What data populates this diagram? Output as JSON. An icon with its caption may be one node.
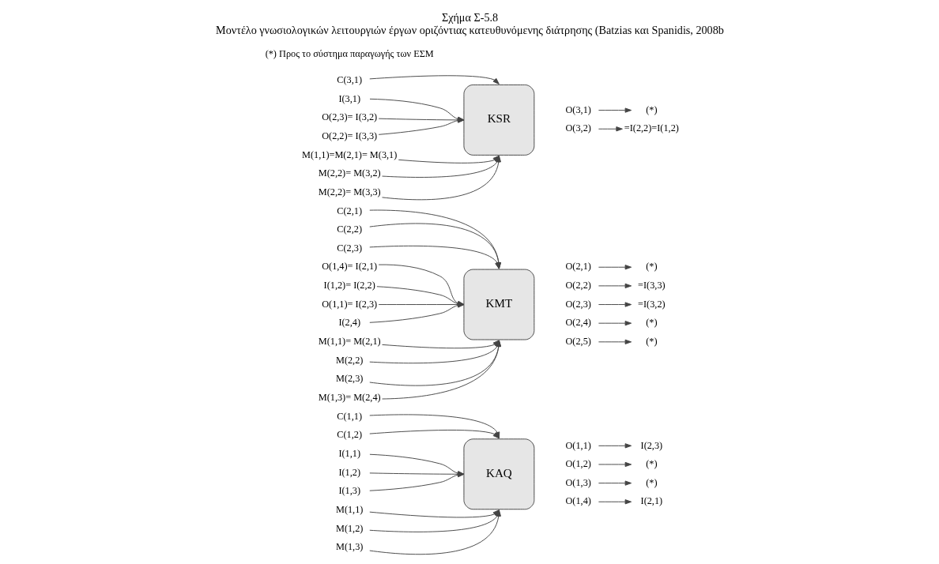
{
  "diagram": {
    "title": "Σχήμα Σ-5.8",
    "caption": "Μοντέλο γνωσιολογικών λειτουργιών έργων οριζόντιας κατευθυνόμενης διάτρησης (Batzias και Spanidis, 2008b",
    "nodes": [
      {
        "text": [
          "KAQ"
        ]
      },
      {
        "text": [
          "C(1,1)"
        ]
      },
      {
        "text": [
          "C(1,2)"
        ]
      },
      {
        "text": [
          "I(1,1)"
        ]
      },
      {
        "text": [
          "I(1,2)"
        ]
      },
      {
        "text": [
          "I(1,3)"
        ]
      },
      {
        "text": [
          "M(1,1)"
        ]
      },
      {
        "text": [
          "M(1,2)"
        ]
      },
      {
        "text": [
          "M(1,3)"
        ]
      },
      {
        "text": [
          "O(1,1)"
        ]
      },
      {
        "text": [
          "I(2,3)"
        ]
      },
      {
        "text": [
          "O(1,2)"
        ]
      },
      {
        "text": [
          "(*)"
        ]
      },
      {
        "text": [
          "O(1,3)"
        ]
      },
      {
        "text": [
          "(*)"
        ]
      },
      {
        "text": [
          "O(1,4)"
        ]
      },
      {
        "text": [
          "I(2,1)"
        ]
      },
      {
        "text": [
          "KMT"
        ]
      },
      {
        "text": [
          "C(2,1)"
        ]
      },
      {
        "text": [
          "C(2,2)"
        ]
      },
      {
        "text": [
          "C(2,3)"
        ]
      },
      {
        "text": [
          "O(1,4)= I(2,1)"
        ]
      },
      {
        "text": [
          "I(1,2)= I(2,2)"
        ]
      },
      {
        "text": [
          "O(1,1)= I(2,3)"
        ]
      },
      {
        "text": [
          "I(2,4)"
        ]
      },
      {
        "text": [
          "M(1,1)= M(2,1)"
        ]
      },
      {
        "text": [
          "M(2,2)"
        ]
      },
      {
        "text": [
          "M(2,3)"
        ]
      },
      {
        "text": [
          "M(1,3)= M(2,4)"
        ]
      },
      {
        "text": [
          "O(2,1)"
        ]
      },
      {
        "text": [
          "(*)"
        ]
      },
      {
        "text": [
          "O(2,2)"
        ]
      },
      {
        "text": [
          "=I(3,3)"
        ]
      },
      {
        "text": [
          "O(2,3)"
        ]
      },
      {
        "text": [
          "=I(3,2)"
        ]
      },
      {
        "text": [
          "O(2,4)"
        ]
      },
      {
        "text": [
          "(*)"
        ]
      },
      {
        "text": [
          "O(2,5)"
        ]
      },
      {
        "text": [
          "(*)"
        ]
      },
      {
        "text": [
          "KSR"
        ]
      },
      {
        "text": [
          "C(3,1)"
        ]
      },
      {
        "text": [
          "I(3,1)"
        ]
      },
      {
        "text": [
          "O(2,3)= I(3,2)"
        ]
      },
      {
        "text": [
          "O(2,2)= I(3,3)"
        ]
      },
      {
        "text": [
          "M(1,1)=M(2,1)= M(3,1)"
        ]
      },
      {
        "text": [
          "M(2,2)= M(3,2)"
        ]
      },
      {
        "text": [
          "M(2,2)= M(3,3)"
        ]
      },
      {
        "text": [
          "O(3,1)"
        ]
      },
      {
        "text": [
          "(*)"
        ]
      },
      {
        "text": [
          "O(3,2)"
        ]
      },
      {
        "text": [
          "=I(2,2)=I(1,2)"
        ]
      }
    ],
    "edges": [
      {
        "from": 1,
        "to": 0,
        "arrow": "to"
      },
      {
        "from": 2,
        "to": 0,
        "arrow": "to"
      },
      {
        "from": 3,
        "to": 0,
        "arrow": "to"
      },
      {
        "from": 4,
        "to": 0,
        "arrow": "to"
      },
      {
        "from": 5,
        "to": 0,
        "arrow": "to"
      },
      {
        "from": 6,
        "to": 0,
        "arrow": "to"
      },
      {
        "from": 7,
        "to": 0,
        "arrow": "to"
      },
      {
        "from": 8,
        "to": 0,
        "arrow": "to"
      },
      {
        "from": 9,
        "to": 10,
        "arrow": "to"
      },
      {
        "from": 11,
        "to": 12,
        "arrow": "to"
      },
      {
        "from": 13,
        "to": 14,
        "arrow": "to"
      },
      {
        "from": 15,
        "to": 16,
        "arrow": "to"
      },
      {
        "from": 18,
        "to": 17,
        "arrow": "to"
      },
      {
        "from": 19,
        "to": 17,
        "arrow": "to"
      },
      {
        "from": 20,
        "to": 17,
        "arrow": "to"
      },
      {
        "from": 21,
        "to": 17,
        "arrow": "to"
      },
      {
        "from": 22,
        "to": 17,
        "arrow": "to"
      },
      {
        "from": 23,
        "to": 17,
        "arrow": "to"
      },
      {
        "from": 24,
        "to": 17,
        "arrow": "to"
      },
      {
        "from": 25,
        "to": 17,
        "arrow": "to"
      },
      {
        "from": 26,
        "to": 17,
        "arrow": "to"
      },
      {
        "from": 27,
        "to": 17,
        "arrow": "to"
      },
      {
        "from": 28,
        "to": 17,
        "arrow": "to"
      },
      {
        "from": 29,
        "to": 30,
        "arrow": "to"
      },
      {
        "from": 31,
        "to": 32,
        "arrow": "to"
      },
      {
        "from": 33,
        "to": 34,
        "arrow": "to"
      },
      {
        "from": 35,
        "to": 36,
        "arrow": "to"
      },
      {
        "from": 37,
        "to": 38,
        "arrow": "to"
      },
      {
        "from": 40,
        "to": 39,
        "arrow": "to"
      },
      {
        "from": 41,
        "to": 39,
        "arrow": "to"
      },
      {
        "from": 42,
        "to": 39,
        "arrow": "to"
      },
      {
        "from": 43,
        "to": 39,
        "arrow": "to"
      },
      {
        "from": 44,
        "to": 39,
        "arrow": "to"
      },
      {
        "from": 45,
        "to": 39,
        "arrow": "to"
      },
      {
        "from": 46,
        "to": 39,
        "arrow": "to"
      },
      {
        "from": 47,
        "to": 48,
        "arrow": "to"
      },
      {
        "from": 49,
        "to": 50,
        "arrow": "to"
      }
    ],
    "labels": [
      "(*) Προς το σύστημα παραγωγής των ΕΣΜ"
    ]
  }
}
